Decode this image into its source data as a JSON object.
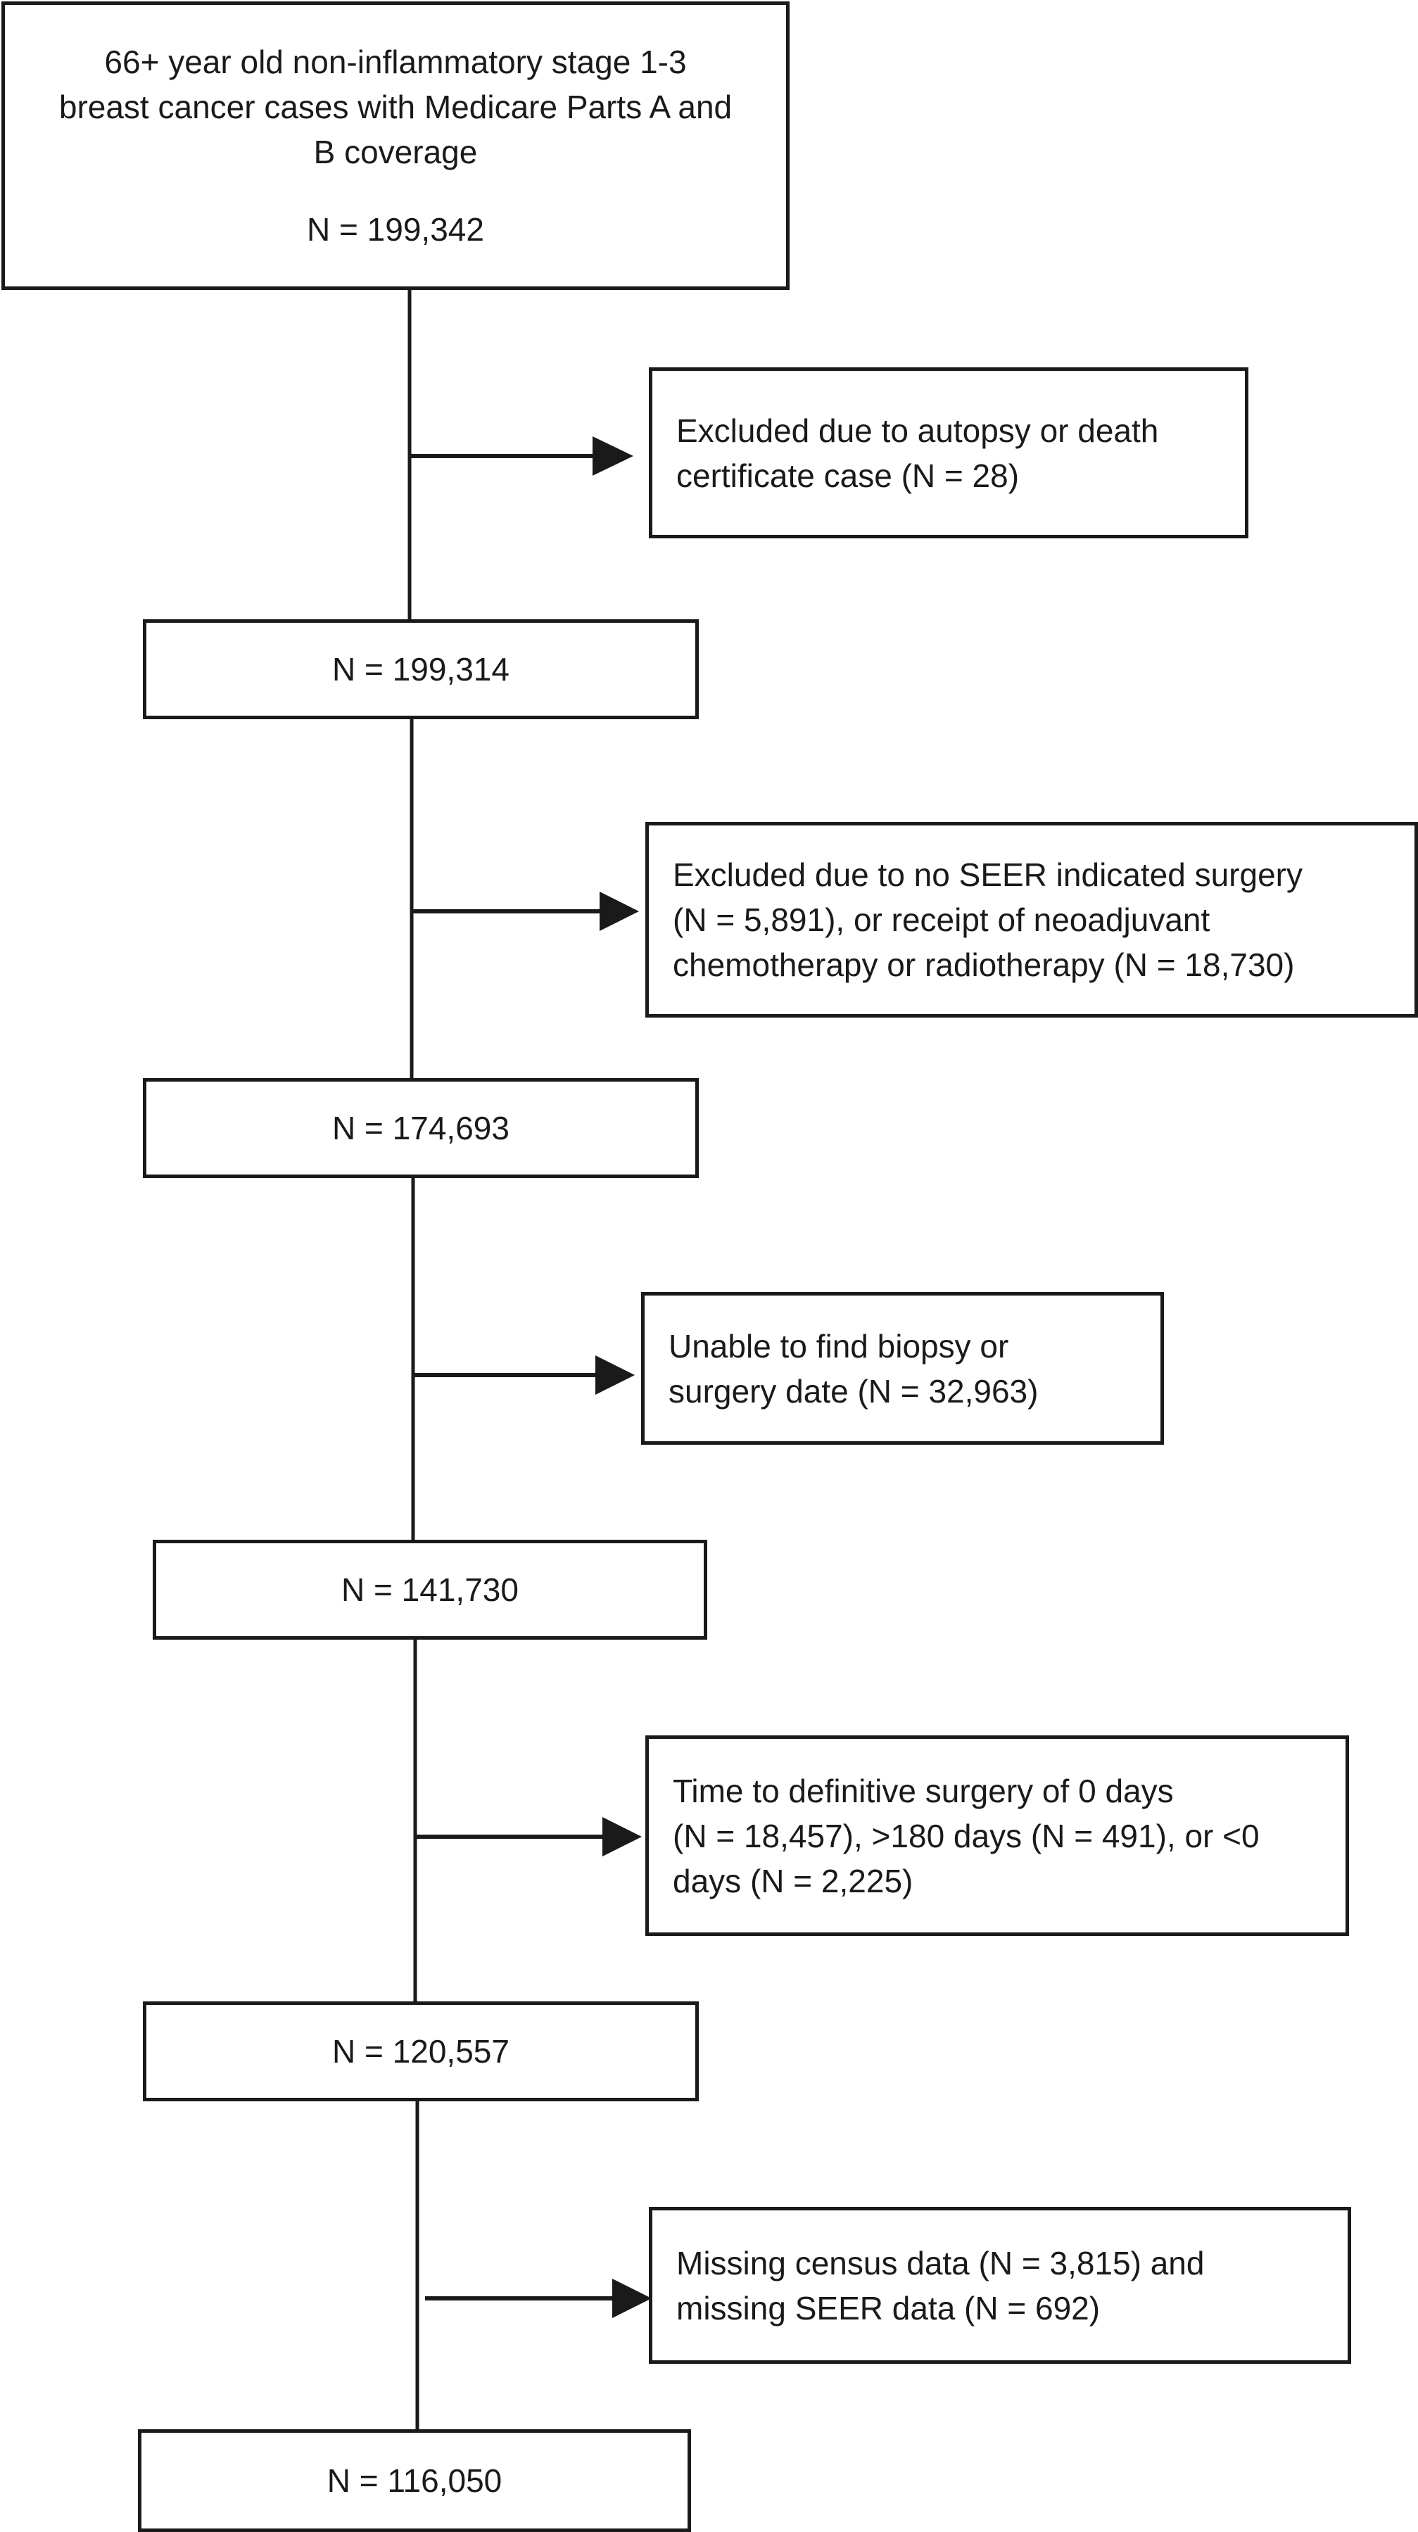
{
  "flowchart": {
    "main": [
      {
        "text": "66+ year old non-inflammatory stage 1-3\nbreast cancer cases with Medicare Parts A and\nB coverage",
        "count": "N = 199,342"
      },
      {
        "count": "N = 199,314"
      },
      {
        "count": "N = 174,693"
      },
      {
        "count": "N = 141,730"
      },
      {
        "count": "N = 120,557"
      },
      {
        "count": "N = 116,050"
      }
    ],
    "exclusions": [
      {
        "text": "Excluded due to autopsy or death\ncertificate case (N = 28)"
      },
      {
        "text": "Excluded due to no SEER indicated surgery\n(N = 5,891), or receipt of neoadjuvant\nchemotherapy or radiotherapy (N = 18,730)"
      },
      {
        "text": "Unable to find biopsy or\nsurgery date (N = 32,963)"
      },
      {
        "text": "Time to definitive surgery of 0 days\n(N = 18,457), >180 days (N = 491), or <0\ndays (N = 2,225)"
      },
      {
        "text": "Missing census data (N = 3,815) and\nmissing SEER data (N = 692)"
      }
    ]
  }
}
